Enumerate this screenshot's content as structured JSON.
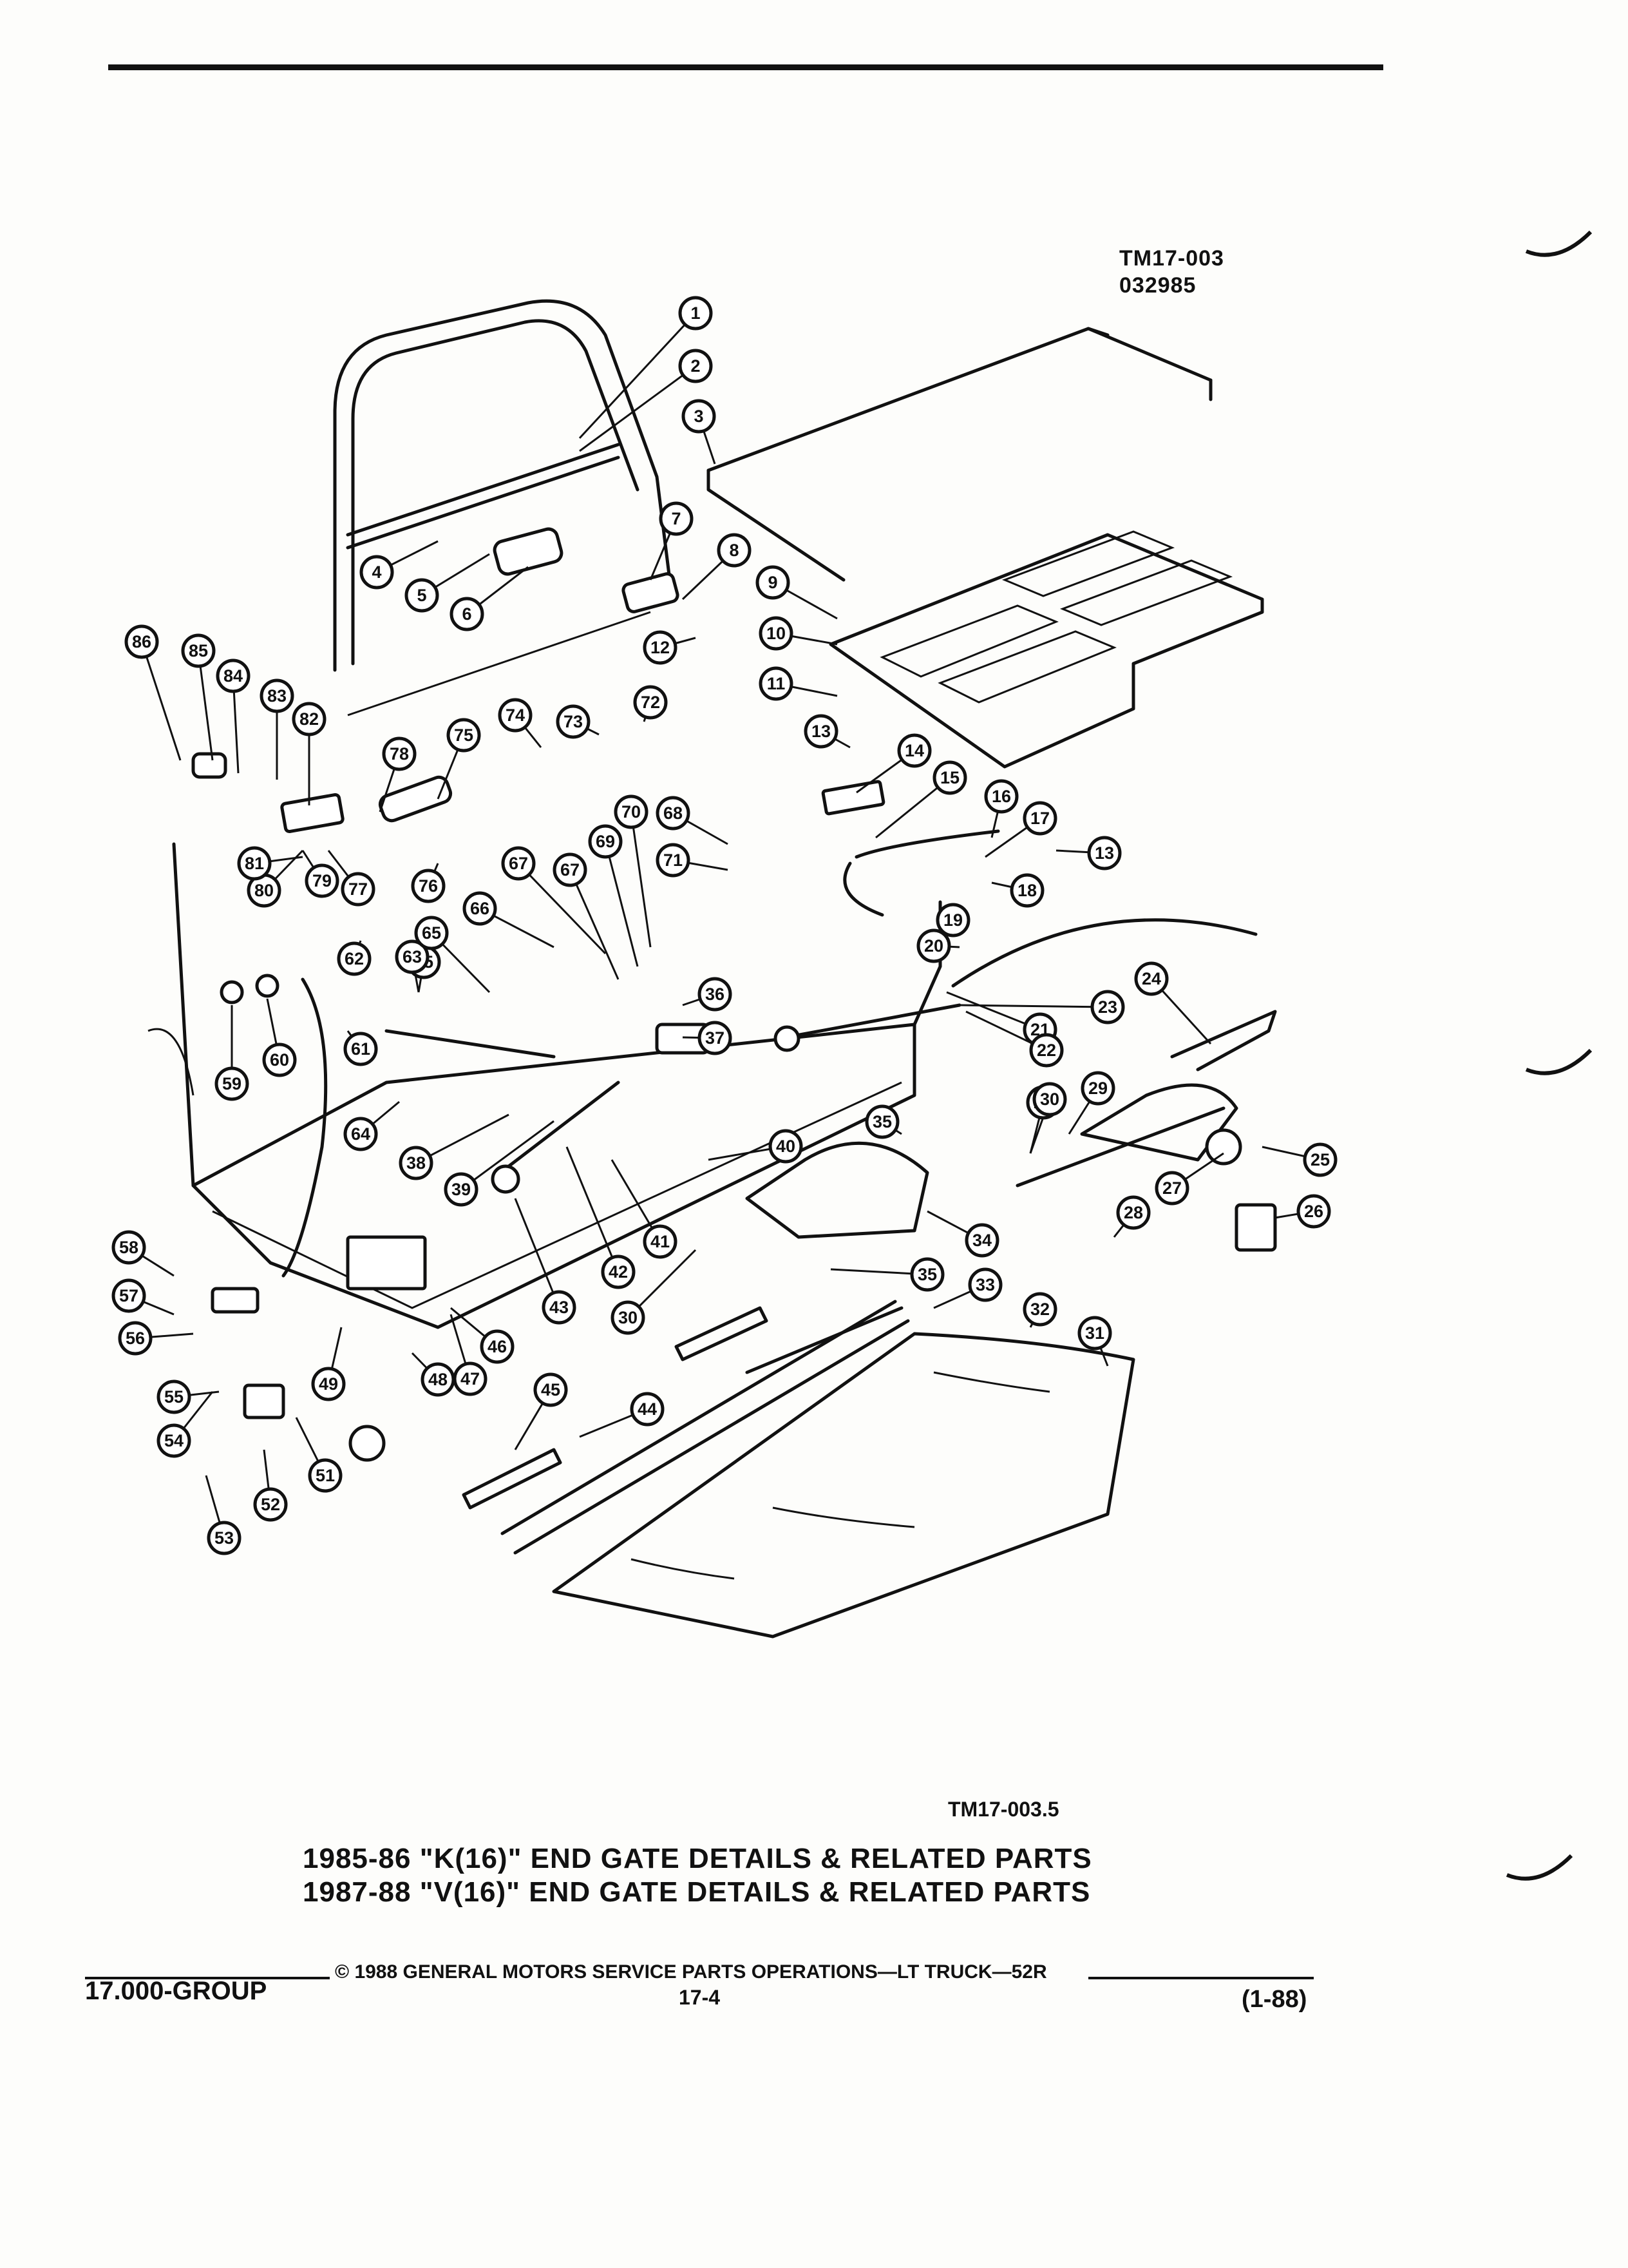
{
  "header": {
    "ref_code": "TM17-003",
    "ref_date": "032985"
  },
  "figure": {
    "ref_code": "TM17-003.5",
    "caption_1": "1985-86 \"K(16)\" END GATE DETAILS & RELATED PARTS",
    "caption_2": "1987-88 \"V(16)\" END GATE DETAILS & RELATED PARTS"
  },
  "footer": {
    "copyright": "© 1988 GENERAL MOTORS SERVICE PARTS OPERATIONS—LT TRUCK—52R",
    "group": "17.000-GROUP",
    "page": "17-4",
    "revision": "(1-88)"
  },
  "callouts": [
    "1",
    "2",
    "3",
    "4",
    "5",
    "6",
    "7",
    "8",
    "9",
    "10",
    "11",
    "12",
    "13",
    "13",
    "14",
    "15",
    "16",
    "17",
    "18",
    "19",
    "20",
    "21",
    "22",
    "23",
    "24",
    "25",
    "26",
    "27",
    "28",
    "29",
    "29",
    "30",
    "30",
    "31",
    "32",
    "33",
    "34",
    "35",
    "35",
    "35",
    "36",
    "37",
    "38",
    "39",
    "40",
    "41",
    "42",
    "43",
    "44",
    "45",
    "46",
    "47",
    "48",
    "49",
    "51",
    "52",
    "53",
    "54",
    "55",
    "56",
    "57",
    "58",
    "59",
    "60",
    "61",
    "62",
    "63",
    "64",
    "65",
    "66",
    "67",
    "67",
    "68",
    "69",
    "70",
    "71",
    "72",
    "73",
    "74",
    "75",
    "76",
    "77",
    "78",
    "79",
    "80",
    "81",
    "82",
    "83",
    "84",
    "85",
    "86"
  ]
}
